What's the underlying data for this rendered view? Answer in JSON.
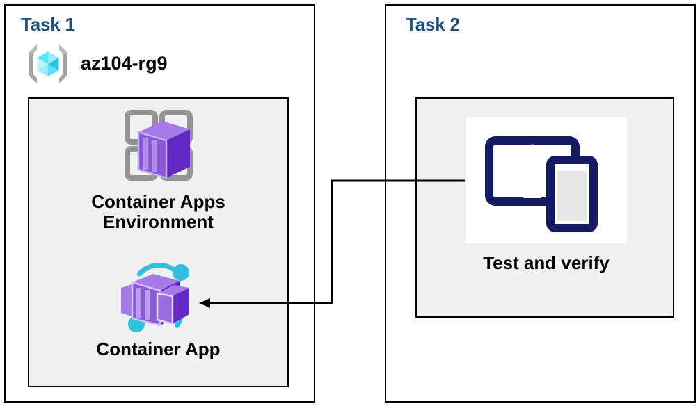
{
  "diagram": {
    "title_color": "#1F4E79",
    "tasks": [
      {
        "id": "task1",
        "title": "Task 1",
        "resource_group": {
          "icon": "resource-group-icon",
          "label": "az104-rg9"
        },
        "nodes": [
          {
            "id": "container-apps-environment",
            "icon": "container-apps-environment-icon",
            "label": "Container Apps\nEnvironment"
          },
          {
            "id": "container-app",
            "icon": "container-app-icon",
            "label": "Container App"
          }
        ]
      },
      {
        "id": "task2",
        "title": "Task 2",
        "nodes": [
          {
            "id": "test-and-verify",
            "icon": "devices-tablet-phone-icon",
            "label": "Test and verify"
          }
        ]
      }
    ],
    "connector": {
      "from": "test-and-verify",
      "to": "container-app",
      "style": "elbow-arrow",
      "color": "#000000",
      "arrow_direction": "left"
    },
    "colors": {
      "panel_fill": "#f0f0f0",
      "border": "#000000",
      "page_background": "#ffffff",
      "azure_purple": "#8661C5",
      "azure_purple_dark": "#5E2CA5",
      "azure_cyan": "#32BEDD",
      "azure_grey": "#949494",
      "navy": "#151B63"
    }
  }
}
